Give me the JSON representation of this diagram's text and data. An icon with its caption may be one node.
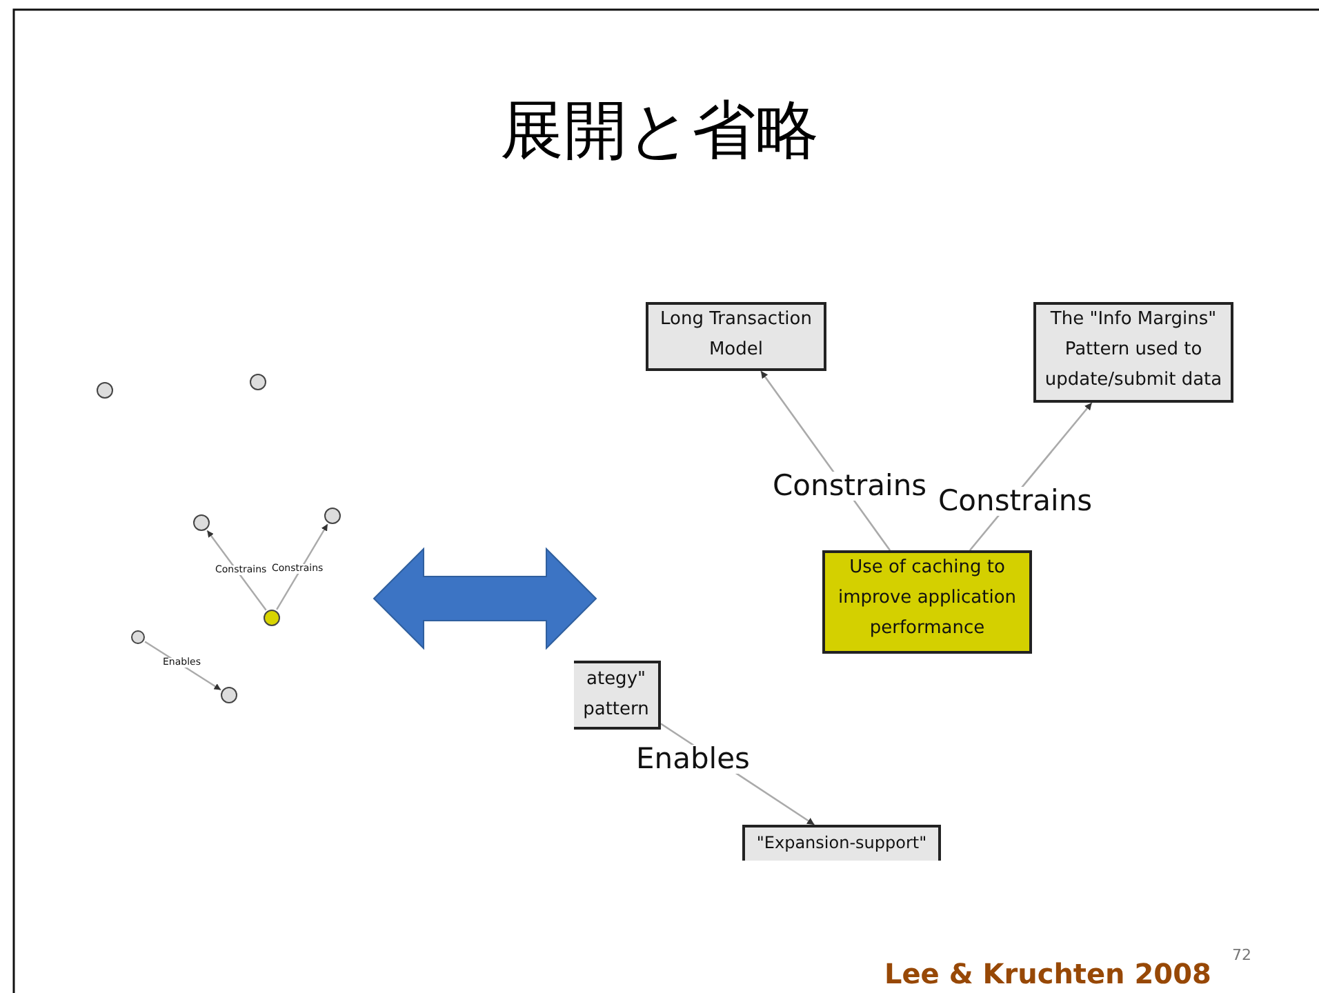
{
  "diagram": {
    "title": "展開と省略",
    "nodes": [
      {
        "text": [],
        "shape": "circle"
      },
      {
        "text": [],
        "shape": "circle"
      },
      {
        "text": [],
        "shape": "circle"
      },
      {
        "text": [],
        "shape": "circle"
      },
      {
        "text": [],
        "shape": "circle"
      },
      {
        "text": [],
        "shape": "circle"
      },
      {
        "text": [],
        "shape": "circle"
      },
      {
        "text": [
          "Long Transaction Model"
        ]
      },
      {
        "text": [
          "The \"Info Margins\" Pattern used to update/submit data"
        ]
      },
      {
        "text": [
          "Use of caching to improve application performance"
        ]
      },
      {
        "text": [
          "ategy\" pattern"
        ]
      },
      {
        "text": [
          "\"Expansion-support\""
        ]
      }
    ],
    "edges": [
      {
        "from": 4,
        "to": 2,
        "arrow": "to",
        "label": "Constrains"
      },
      {
        "from": 4,
        "to": 3,
        "arrow": "to",
        "label": "Constrains"
      },
      {
        "from": 5,
        "to": 6,
        "arrow": "to",
        "label": "Enables"
      },
      {
        "from": 9,
        "to": 7,
        "arrow": "to",
        "label": "Constrains"
      },
      {
        "from": 9,
        "to": 8,
        "arrow": "to",
        "label": "Constrains"
      },
      {
        "from": 10,
        "to": 11,
        "arrow": "to",
        "label": "Enables"
      }
    ],
    "labels": [
      "Lee & Kruchten 2008",
      "72"
    ]
  }
}
